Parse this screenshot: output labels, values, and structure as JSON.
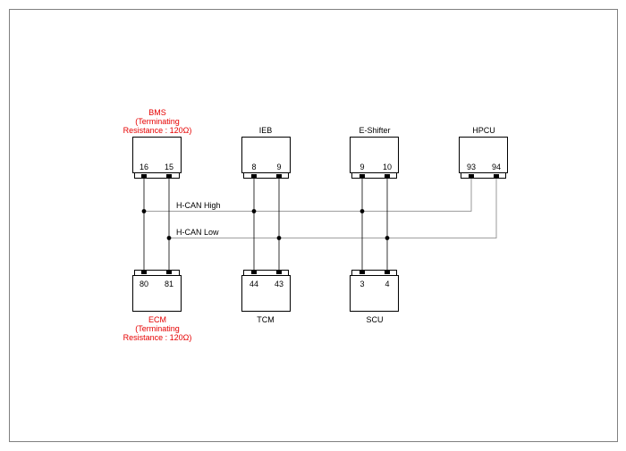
{
  "colors": {
    "text": "#000000",
    "highlight": "#e60000",
    "frame": "#808080",
    "bus": "#808080"
  },
  "buses": {
    "high_label": "H-CAN High",
    "low_label": "H-CAN Low"
  },
  "modules": {
    "bms": {
      "name": "BMS",
      "note1": "(Terminating",
      "note2": "Resistance : 120Ω)",
      "pin_high": "16",
      "pin_low": "15"
    },
    "ieb": {
      "name": "IEB",
      "pin_high": "8",
      "pin_low": "9"
    },
    "eshifter": {
      "name": "E-Shifter",
      "pin_high": "9",
      "pin_low": "10"
    },
    "hpcu": {
      "name": "HPCU",
      "pin_high": "93",
      "pin_low": "94"
    },
    "ecm": {
      "name": "ECM",
      "note1": "(Terminating",
      "note2": "Resistance : 120Ω)",
      "pin_high": "80",
      "pin_low": "81"
    },
    "tcm": {
      "name": "TCM",
      "pin_high": "44",
      "pin_low": "43"
    },
    "scu": {
      "name": "SCU",
      "pin_high": "3",
      "pin_low": "4"
    }
  }
}
